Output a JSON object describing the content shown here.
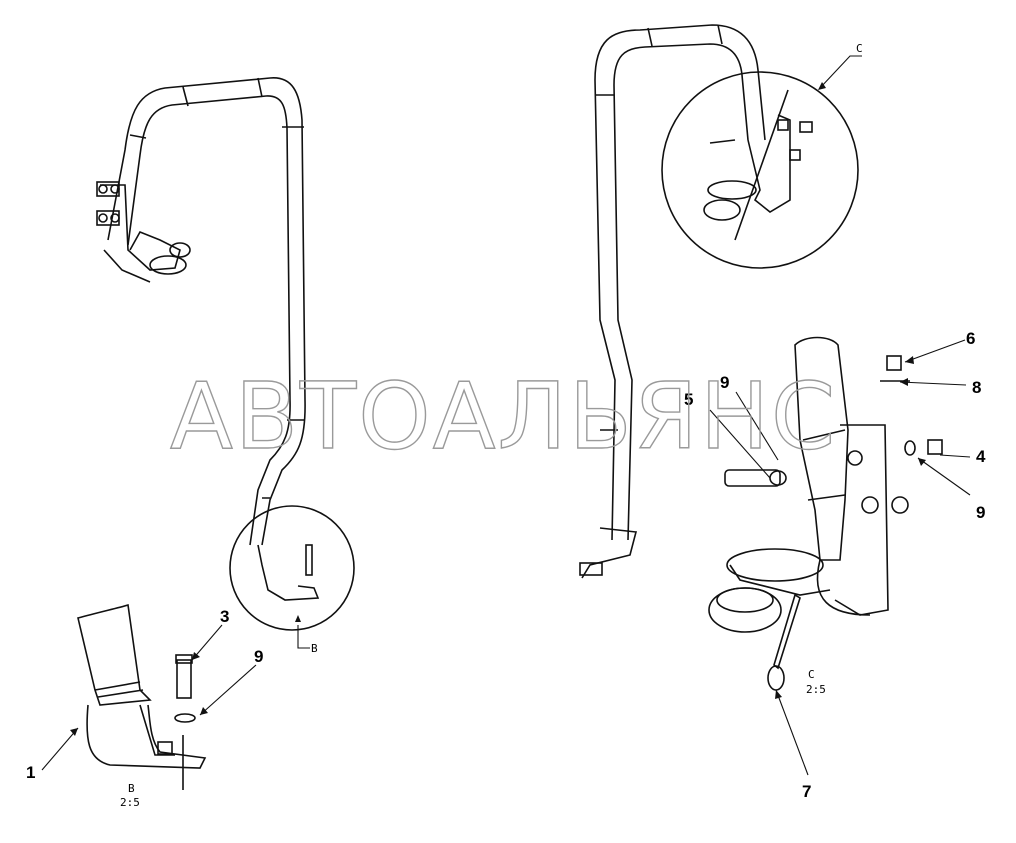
{
  "watermark": "АВТОАЛЬЯНС",
  "callouts": {
    "c1": "1",
    "c3": "3",
    "c9_left": "9",
    "c5": "5",
    "c9_mid": "9",
    "c6": "6",
    "c8": "8",
    "c4": "4",
    "c9_right": "9",
    "c7": "7"
  },
  "views": {
    "b_ref": "B",
    "b_scale_letter": "B",
    "b_scale": "2:5",
    "c_ref": "C",
    "c_scale_letter": "C",
    "c_scale": "2:5"
  }
}
